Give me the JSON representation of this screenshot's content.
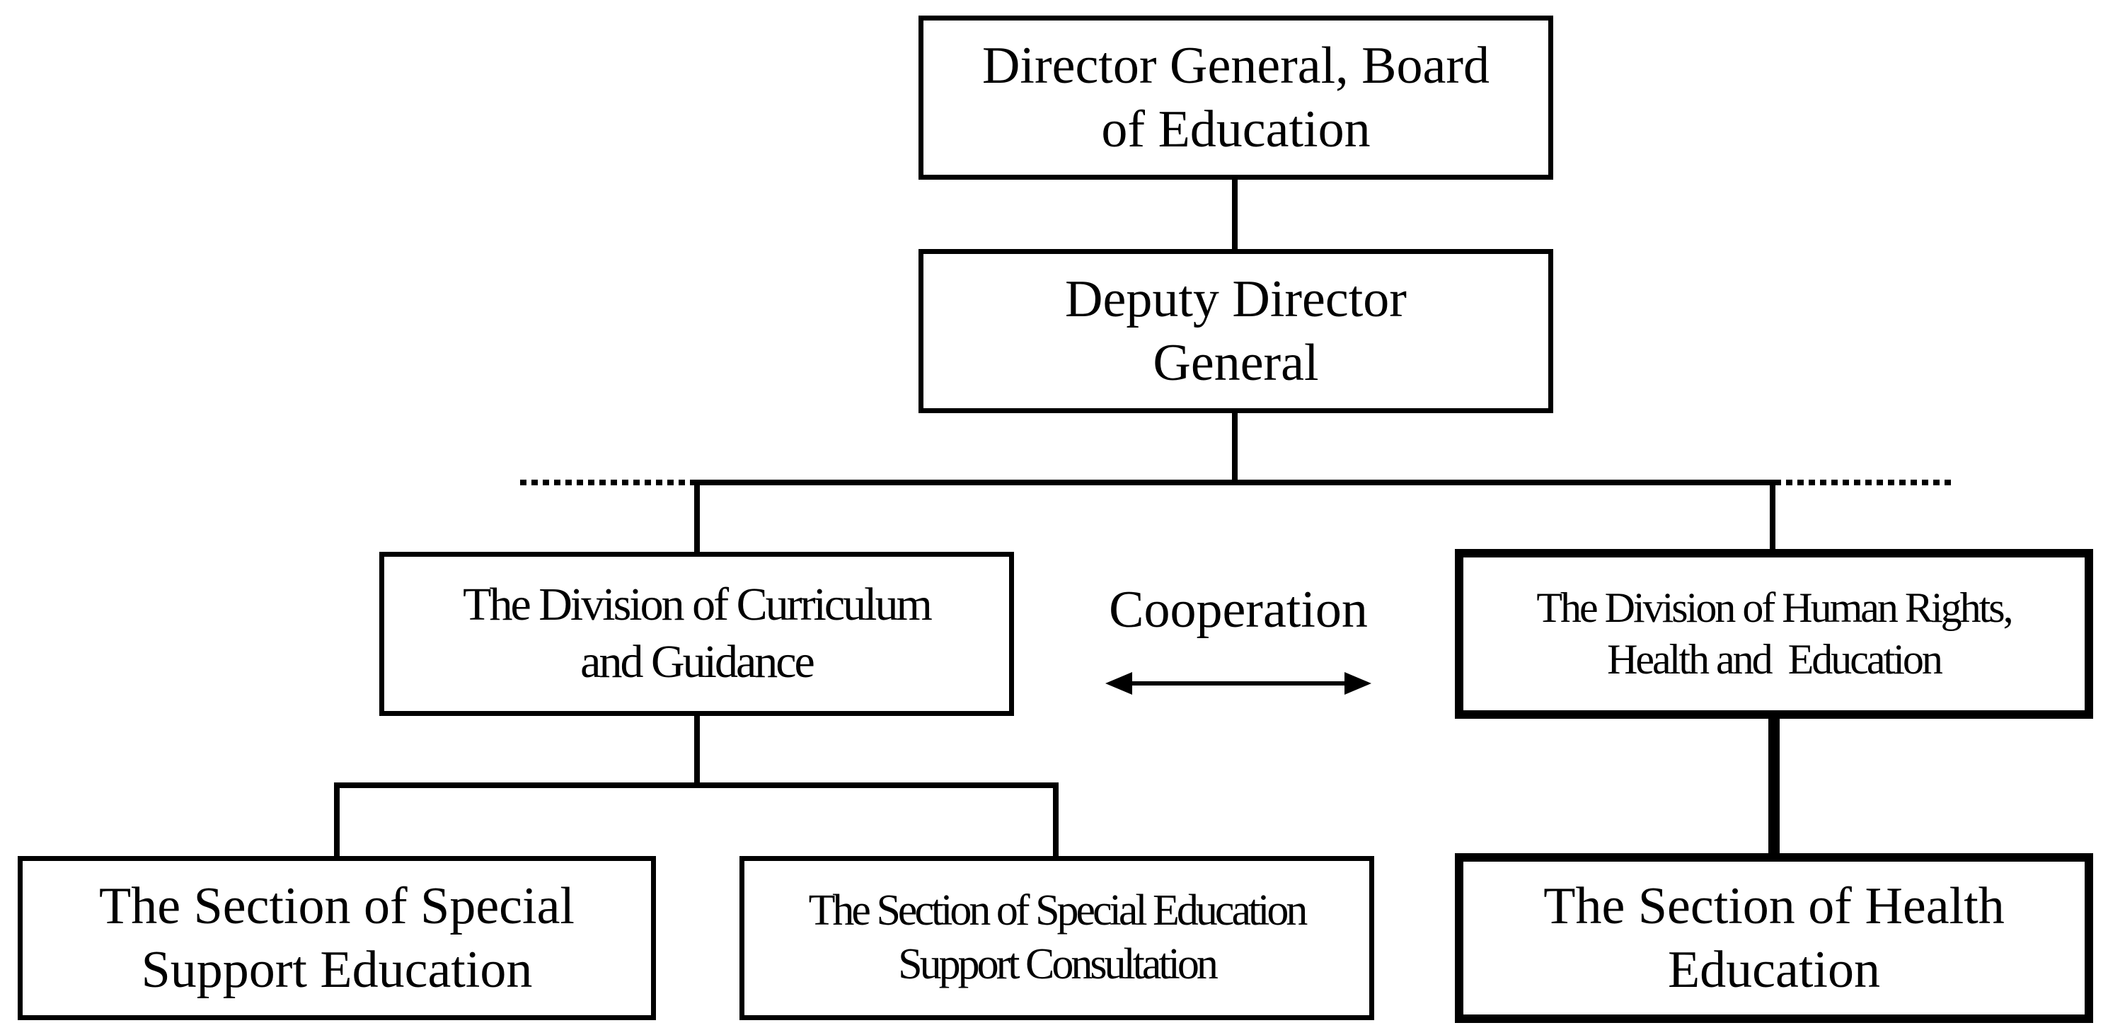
{
  "nodes": {
    "director_general": {
      "line1": "Director General, Board",
      "line2": "of Education"
    },
    "deputy_director": {
      "line1": "Deputy Director",
      "line2": "General"
    },
    "division_curriculum": {
      "line1": "The Division of Curriculum",
      "line2": "and Guidance"
    },
    "division_human_rights": {
      "line1": "The Division of Human Rights,",
      "line2": "Health and  Education"
    },
    "section_special_support": {
      "line1": "The Section of Special",
      "line2": "Support Education"
    },
    "section_special_consultation": {
      "line1": "The Section of Special Education",
      "line2": "Support Consultation"
    },
    "section_health": {
      "line1": "The Section of Health",
      "line2": "Education"
    }
  },
  "relation": {
    "label": "Cooperation"
  }
}
